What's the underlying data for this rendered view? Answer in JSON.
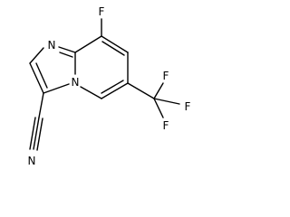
{
  "molecule": {
    "atoms": {
      "f_top": "F",
      "n_imidazole": "N",
      "n_bridge": "N",
      "f_cf3_top": "F",
      "f_cf3_right": "F",
      "f_cf3_bottom": "F",
      "n_nitrile": "N"
    },
    "colors": {
      "bond": "#000000",
      "label": "#000000",
      "background": "#ffffff"
    }
  }
}
